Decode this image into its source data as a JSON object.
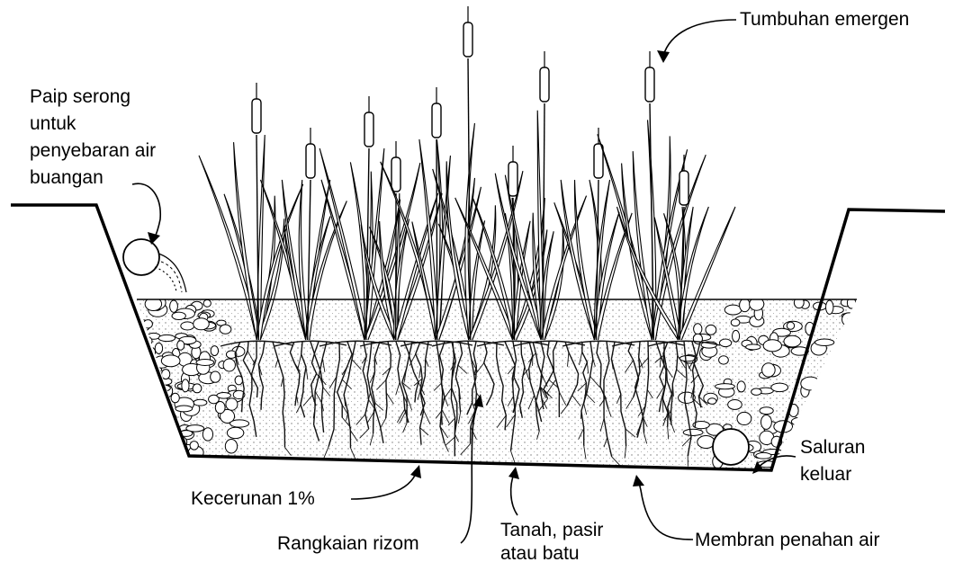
{
  "diagram": {
    "labels": {
      "emergent_plants": "Tumbuhan emergen",
      "inlet_pipe": [
        "Paip serong",
        "untuk",
        "penyebaran air",
        "buangan"
      ],
      "outlet": [
        "Saluran",
        "keluar"
      ],
      "slope": "Kecerunan 1%",
      "rhizome": "Rangkaian rizom",
      "substrate": [
        "Tanah, pasir",
        "atau batu"
      ],
      "membrane": "Membran penahan air"
    }
  }
}
